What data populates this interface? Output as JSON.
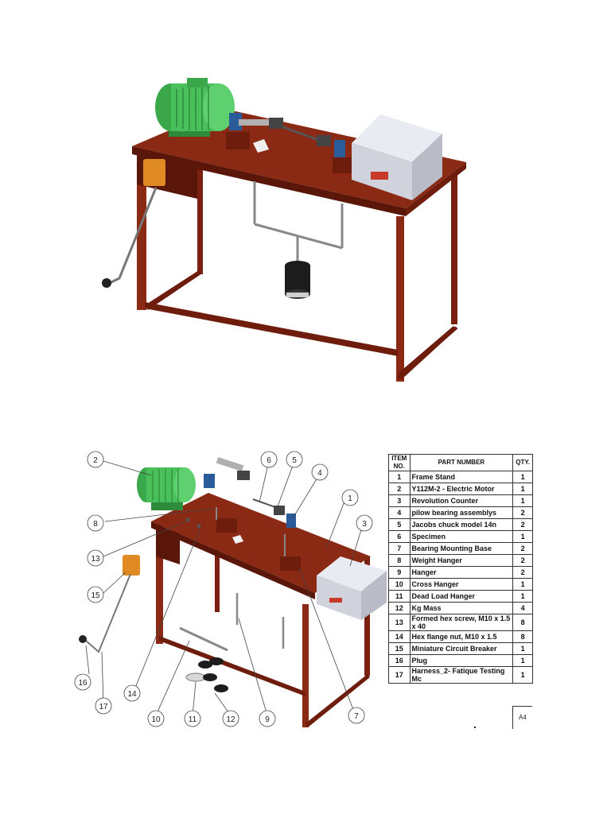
{
  "colors": {
    "frame": "#8b2a14",
    "frame_top": "#7a2010",
    "frame_dark": "#5a1608",
    "motor": "#49c05a",
    "motor_dark": "#2f8a3c",
    "bearing": "#2b5c9a",
    "counter_box": "#dcdfe8",
    "breaker": "#e08a24",
    "mass": "#1c1c1c"
  },
  "callouts": [
    "1",
    "2",
    "3",
    "4",
    "5",
    "6",
    "7",
    "8",
    "9",
    "10",
    "11",
    "12",
    "13",
    "14",
    "15",
    "16",
    "17"
  ],
  "bom": {
    "headers": {
      "item": "ITEM NO.",
      "part": "PART NUMBER",
      "qty": "QTY."
    },
    "rows": [
      {
        "no": "1",
        "part": "Frame Stand",
        "qty": "1"
      },
      {
        "no": "2",
        "part": "Y112M-2 - Electric Motor",
        "qty": "1"
      },
      {
        "no": "3",
        "part": "Revolution Counter",
        "qty": "1"
      },
      {
        "no": "4",
        "part": "pilow bearing assemblys",
        "qty": "2"
      },
      {
        "no": "5",
        "part": "Jacobs chuck model 14n",
        "qty": "2"
      },
      {
        "no": "6",
        "part": "Specimen",
        "qty": "1"
      },
      {
        "no": "7",
        "part": "Bearing Mounting Base",
        "qty": "2"
      },
      {
        "no": "8",
        "part": "Weight Hanger",
        "qty": "2"
      },
      {
        "no": "9",
        "part": "Hanger",
        "qty": "2"
      },
      {
        "no": "10",
        "part": "Cross Hanger",
        "qty": "1"
      },
      {
        "no": "11",
        "part": "Dead Load Hanger",
        "qty": "1"
      },
      {
        "no": "12",
        "part": "Kg Mass",
        "qty": "4"
      },
      {
        "no": "13",
        "part": "Formed hex screw, M10 x 1.5 x 40",
        "qty": "8"
      },
      {
        "no": "14",
        "part": "Hex flange nut, M10 x 1.5",
        "qty": "8"
      },
      {
        "no": "15",
        "part": "Miniature Circuit Breaker",
        "qty": "1"
      },
      {
        "no": "16",
        "part": "Plug",
        "qty": "1"
      },
      {
        "no": "17",
        "part": "Harness_2- Fatique Testing Mc",
        "qty": "1"
      }
    ]
  },
  "sheet_size": "A4"
}
